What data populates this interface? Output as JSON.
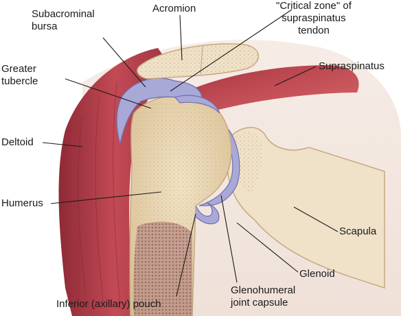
{
  "labels": {
    "subacromial_bursa": [
      "Subacrominal",
      "bursa"
    ],
    "acromion": "Acromion",
    "critical_zone": [
      "\"Critical zone\" of",
      "supraspinatus",
      "tendon"
    ],
    "greater_tubercle": [
      "Greater",
      "tubercle"
    ],
    "supraspinatus": "Supraspinatus",
    "deltoid": "Deltoid",
    "humerus": "Humerus",
    "scapula": "Scapula",
    "glenoid": "Glenoid",
    "inferior_pouch": "Inferior (axillary) pouch",
    "glenohumeral_capsule": [
      "Glenohumeral",
      "joint capsule"
    ]
  },
  "colors": {
    "muscle": "#b8404a",
    "muscle_dark": "#8e2a35",
    "bone": "#e8d6b4",
    "bone_dark": "#c7a77f",
    "bursa": "#a9a9d8",
    "bursa_edge": "#6f6fae",
    "marrow": "#a4736b",
    "leader": "#1a1a1a"
  }
}
